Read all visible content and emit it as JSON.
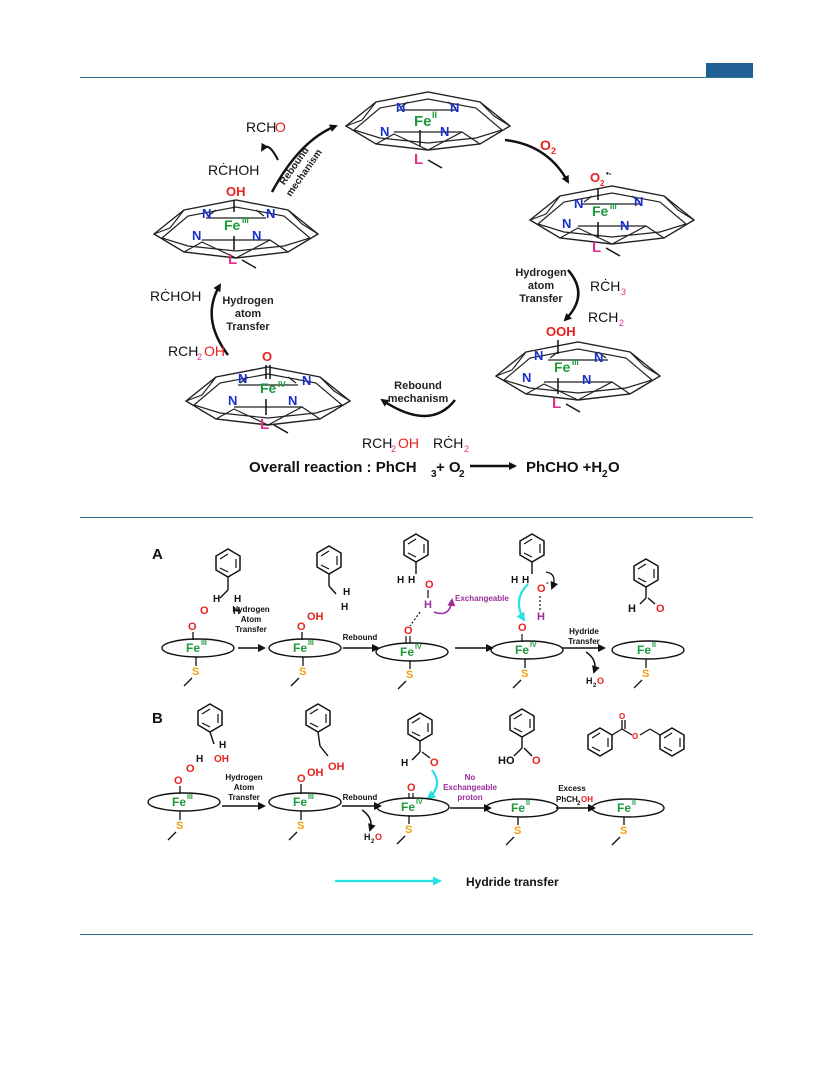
{
  "colors": {
    "rule": "#2e6f8f",
    "header_block": "#1f5f93",
    "nitrogen": "#1a2fd0",
    "iron": "#1a9a3a",
    "ligand": "#e0308f",
    "oxygen": "#e8201e",
    "sulfur": "#f0a010",
    "exchangeable": "#9b2c9b",
    "hydride_arrow": "#29e0e8"
  },
  "cycle": {
    "fe2_label": "Fe",
    "fe2_ox": "II",
    "fe3_label": "Fe",
    "fe3_ox": "III",
    "fe4_label": "Fe",
    "fe4_ox": "IV",
    "n": "N",
    "ligand": "L",
    "o2": "O",
    "o2_sub": "2",
    "superoxo": "O",
    "superoxo_sub": "2",
    "superoxo_sup": "•-",
    "ooh": "OOH",
    "oh": "OH",
    "oxo": "O",
    "step_o2": "O2",
    "hat_right_l1": "Hydrogen",
    "hat_right_l2": "atom",
    "hat_right_l3": "Transfer",
    "rch3_r": "RĊH",
    "rch3_sub": "3",
    "rch2_r": "RCH",
    "rch2_sub": "2",
    "rebound_bottom_l1": "Rebound",
    "rebound_bottom_l2": "mechanism",
    "rch2oh_bottom_a": "RCH",
    "rch2oh_bottom_sub": "2",
    "rch2oh_bottom_b": "OH",
    "rch2_bottom_a": "RĊH",
    "rch2_bottom_sub": "2",
    "hat_left_l1": "Hydrogen",
    "hat_left_l2": "atom",
    "hat_left_l3": "Transfer",
    "rchoh_left": "RĊHOH",
    "rch2oh_left_a": "RCH",
    "rch2oh_left_sub": "2",
    "rch2oh_left_b": "OH",
    "rebound_top_l1": "Rebound",
    "rebound_top_l2": "mechanism",
    "rchoh_top": "RĊHOH",
    "rcho_a": "RCH",
    "rcho_b": "O",
    "overall_label": "Overall reaction : PhCH",
    "overall_sub1": "3",
    "overall_plus": " + O",
    "overall_sub2": "2",
    "overall_product": "PhCHO +H",
    "overall_sub3": "2",
    "overall_product_end": "O"
  },
  "panel_a": {
    "label": "A",
    "hat_l1": "Hydrogen",
    "hat_l2": "Atom",
    "hat_l3": "Transfer",
    "rebound": "Rebound",
    "exchangeable": "Exchangeable",
    "hydride_l1": "Hydride",
    "hydride_l2": "Transfer",
    "h2o": "H",
    "h2o_sub": "2",
    "h2o_end": "O",
    "fe": "Fe",
    "ox_iii": "III",
    "ox_iv": "IV",
    "ox_ii": "II",
    "s": "S",
    "o": "O",
    "h": "H",
    "oh": "OH"
  },
  "panel_b": {
    "label": "B",
    "hat_l1": "Hydrogen",
    "hat_l2": "Atom",
    "hat_l3": "Transfer",
    "rebound": "Rebound",
    "no_exch_l1": "No",
    "no_exch_l2": "Exchangeable",
    "no_exch_l3": "proton",
    "excess_l1": "Excess",
    "excess_l2": "PhCH",
    "excess_sub": "2",
    "excess_end": "OH",
    "h2o": "H",
    "h2o_sub": "2",
    "h2o_end": "O",
    "ho": "HO",
    "fe": "Fe",
    "ox_iii": "III",
    "ox_iv": "IV",
    "ox_ii": "II",
    "s": "S",
    "o": "O",
    "h": "H",
    "oh": "OH"
  },
  "legend": {
    "hydride_transfer": "Hydride transfer"
  }
}
